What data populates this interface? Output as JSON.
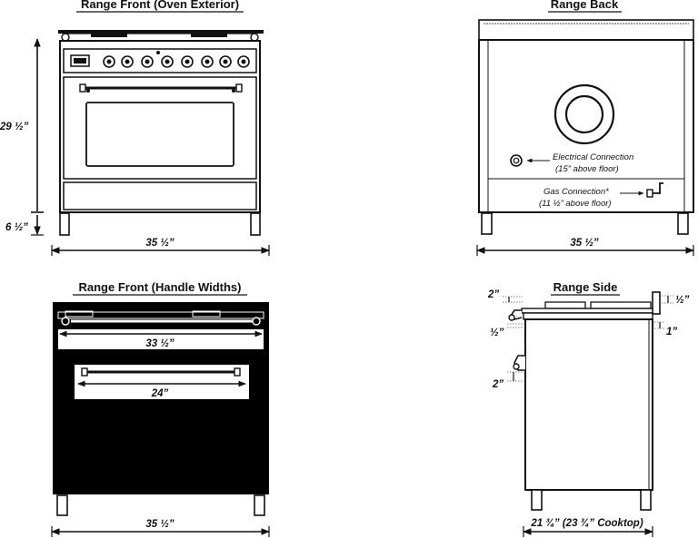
{
  "panels": {
    "front_exterior": {
      "title": "Range Front (Oven Exterior)",
      "height_upper": "29 ½”",
      "height_lower": "6 ½”",
      "width": "35 ½”"
    },
    "back": {
      "title": "Range Back",
      "electrical_label": "Electrical Connection",
      "electrical_note": "(15” above floor)",
      "gas_label": "Gas Connection*",
      "gas_note": "(11 ½” above floor)",
      "width": "35 ½”"
    },
    "front_handles": {
      "title": "Range Front (Handle Widths)",
      "top_handle": "33 ½”",
      "oven_handle": "24”",
      "width": "35 ½”"
    },
    "side": {
      "title": "Range Side",
      "grate_height": "2”",
      "top_right": "½”",
      "top_left": "½”",
      "right_depth": "1”",
      "knob_depth": "2”",
      "depth": "21 ¾” (23 ¾” Cooktop)"
    }
  }
}
